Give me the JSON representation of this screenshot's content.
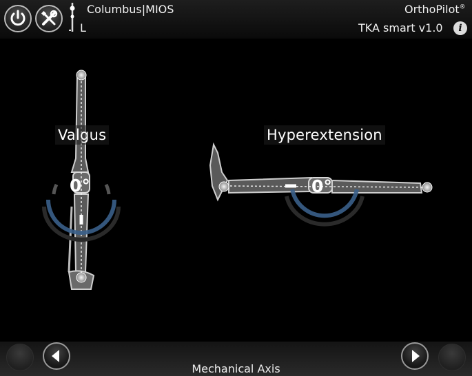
{
  "header": {
    "patient_system": "Columbus|MIOS",
    "side_indicator": "L",
    "brand": "OrthoPilot",
    "brand_mark": "®",
    "version": "TKA smart v1.0",
    "info_glyph": "i"
  },
  "views": {
    "frontal": {
      "label": "Valgus",
      "angle": "0°"
    },
    "sagittal": {
      "label": "Hyperextension",
      "angle": "0°"
    }
  },
  "footer": {
    "title": "Mechanical Axis"
  },
  "icons": {
    "power": "power-icon",
    "tools": "wrench-screwdriver-icon",
    "back": "left-arrow-icon",
    "forward": "right-arrow-icon",
    "info": "info-icon"
  },
  "colors": {
    "background": "#000000",
    "arc_blue": "#3a5f8a",
    "bone": "#e8e8e8"
  }
}
